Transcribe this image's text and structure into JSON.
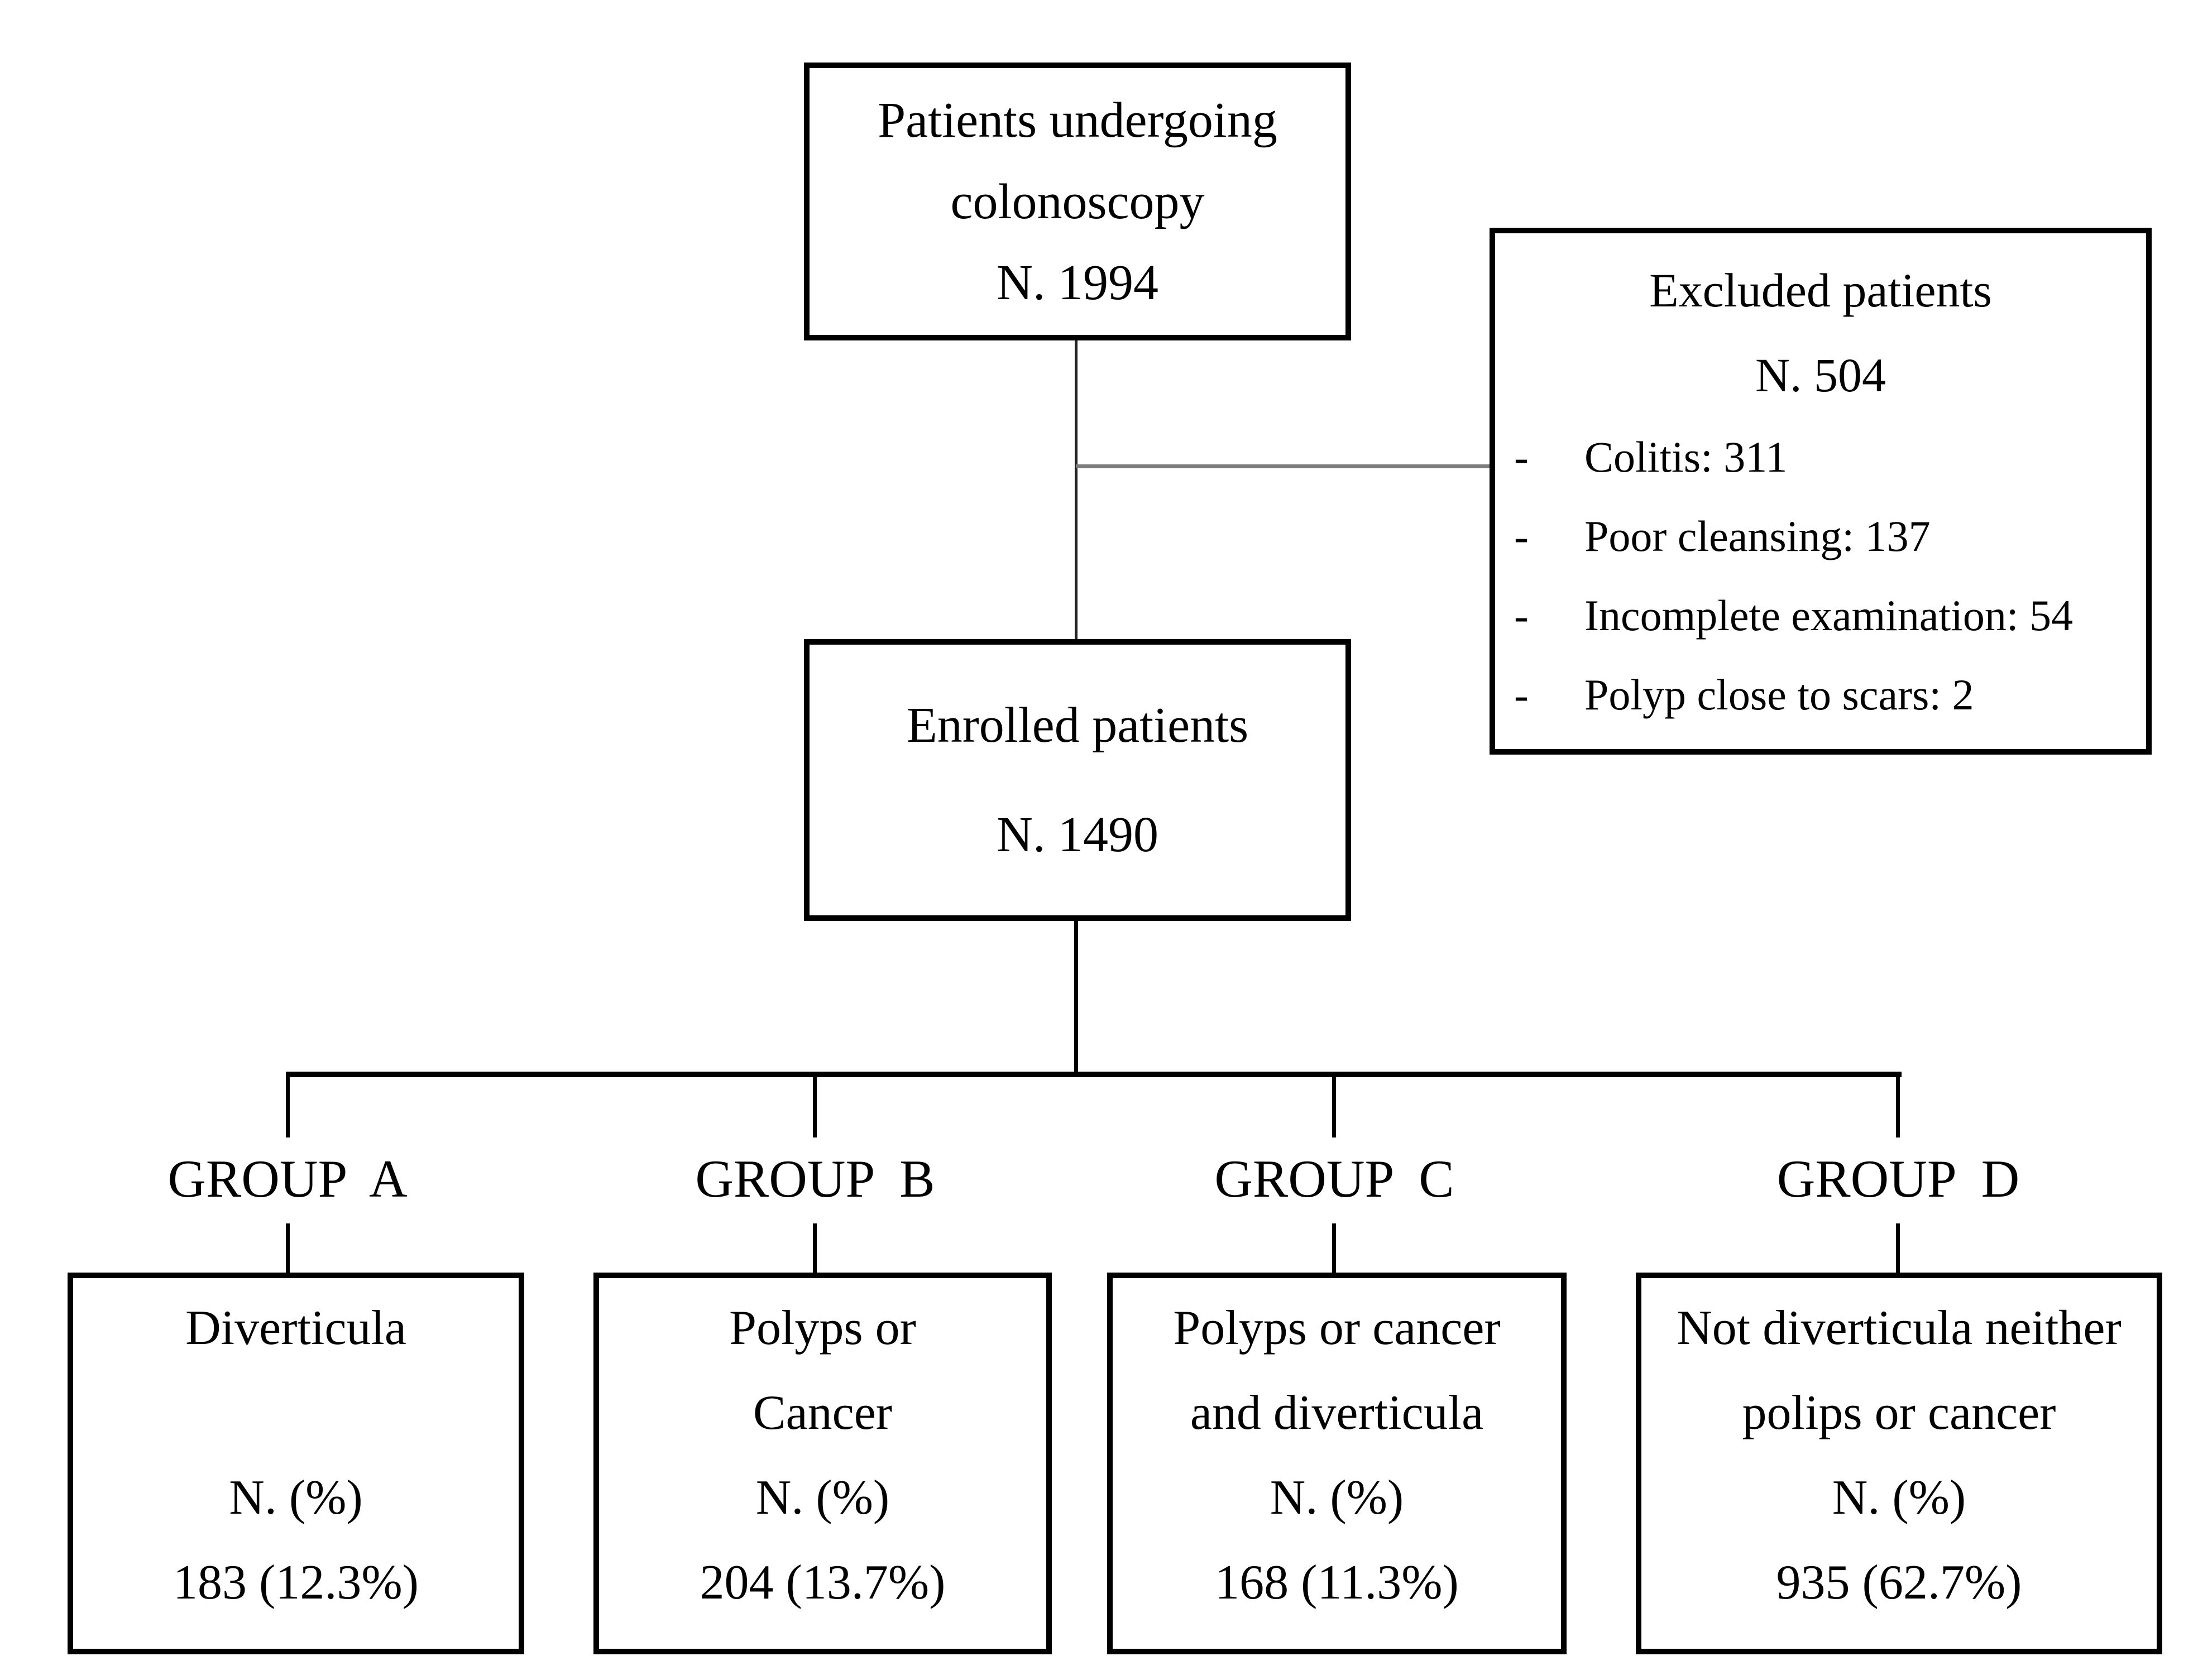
{
  "diagram": {
    "type": "patient-flowchart",
    "colors": {
      "background": "#ffffff",
      "text": "#000000",
      "box_border": "#000000",
      "branch_line": "#000000",
      "excluded_connector_gray": "#7d7d7d"
    },
    "nodes": {
      "patients": {
        "lines": [
          "Patients undergoing",
          "colonoscopy",
          "N. 1994"
        ]
      },
      "excluded": {
        "title": "Excluded patients",
        "count": "N. 504",
        "bullet_char": "-",
        "items": [
          "Colitis:  311",
          "Poor cleansing:  137",
          "Incomplete  examination:  54",
          "Polyp close to scars: 2"
        ]
      },
      "enrolled": {
        "lines": [
          "Enrolled patients",
          "N. 1490"
        ]
      },
      "groups": [
        {
          "label": "GROUP  A",
          "line1": "Diverticula",
          "line2": "",
          "stat_label": "N. (%)",
          "value": "183 (12.3%)"
        },
        {
          "label": "GROUP  B",
          "line1": "Polyps or",
          "line2": "Cancer",
          "stat_label": "N. (%)",
          "value": "204 (13.7%)"
        },
        {
          "label": "GROUP  C",
          "line1": "Polyps or cancer",
          "line2": "and diverticula",
          "stat_label": "N. (%)",
          "value": "168 (11.3%)"
        },
        {
          "label": "GROUP  D",
          "line1": "Not diverticula neither",
          "line2": "polips or cancer",
          "stat_label": "N. (%)",
          "value": "935 (62.7%)"
        }
      ]
    }
  }
}
